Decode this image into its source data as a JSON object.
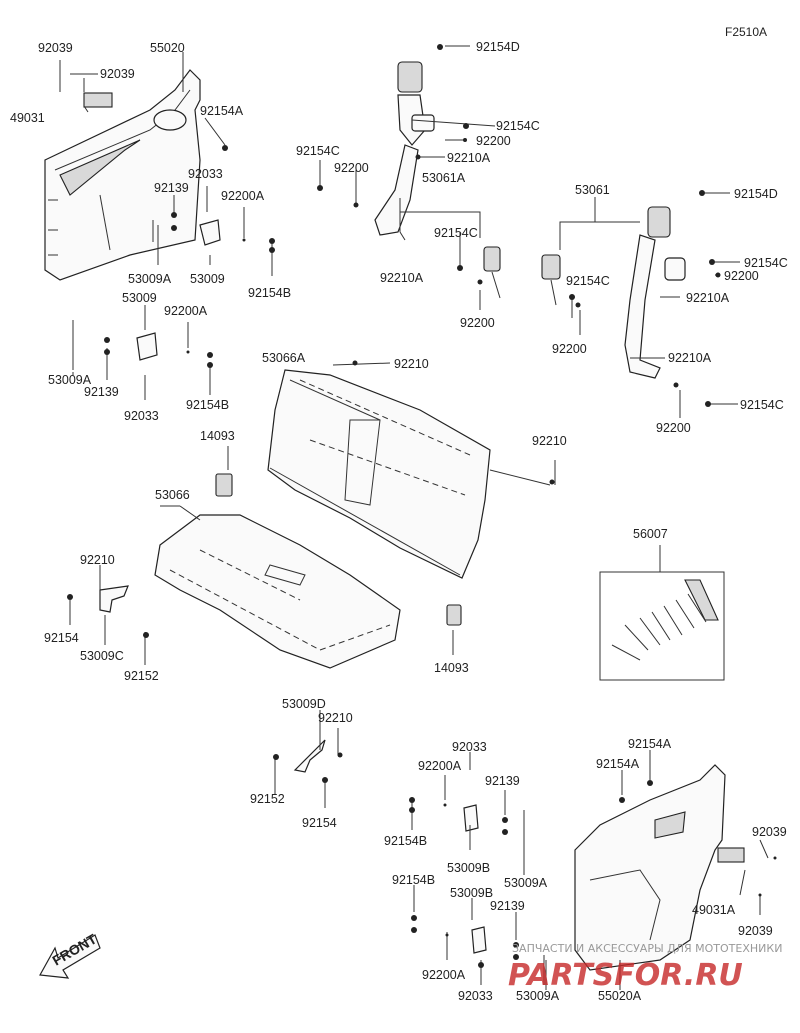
{
  "figure_code": "F2510A",
  "front_label": "FRONT",
  "watermark": {
    "line1": "ЗАПЧАСТИ И АКСЕССУАРЫ ДЛЯ МОТОТЕХНИКИ",
    "line2": "PARTSFOR.RU"
  },
  "callouts": [
    {
      "id": "c01",
      "text": "92039"
    },
    {
      "id": "c02",
      "text": "55020"
    },
    {
      "id": "c03",
      "text": "92039"
    },
    {
      "id": "c04",
      "text": "49031"
    },
    {
      "id": "c05",
      "text": "92154A"
    },
    {
      "id": "c06",
      "text": "92154D"
    },
    {
      "id": "c07",
      "text": "92154C"
    },
    {
      "id": "c08",
      "text": "92200"
    },
    {
      "id": "c09",
      "text": "92210A"
    },
    {
      "id": "c10",
      "text": "92154C"
    },
    {
      "id": "c11",
      "text": "92200"
    },
    {
      "id": "c12",
      "text": "53061A"
    },
    {
      "id": "c13",
      "text": "92033"
    },
    {
      "id": "c14",
      "text": "92139"
    },
    {
      "id": "c15",
      "text": "92200A"
    },
    {
      "id": "c16",
      "text": "53009A"
    },
    {
      "id": "c17",
      "text": "53009"
    },
    {
      "id": "c18",
      "text": "92154B"
    },
    {
      "id": "c19",
      "text": "92154C"
    },
    {
      "id": "c20",
      "text": "92210A"
    },
    {
      "id": "c21",
      "text": "92200"
    },
    {
      "id": "c22",
      "text": "53061"
    },
    {
      "id": "c23",
      "text": "92154D"
    },
    {
      "id": "c24",
      "text": "92154C"
    },
    {
      "id": "c25",
      "text": "92200"
    },
    {
      "id": "c26",
      "text": "92210A"
    },
    {
      "id": "c27",
      "text": "92154C"
    },
    {
      "id": "c28",
      "text": "92200"
    },
    {
      "id": "c29",
      "text": "92210A"
    },
    {
      "id": "c30",
      "text": "92154C"
    },
    {
      "id": "c31",
      "text": "92200"
    },
    {
      "id": "c32",
      "text": "53009"
    },
    {
      "id": "c33",
      "text": "92200A"
    },
    {
      "id": "c34",
      "text": "53009A"
    },
    {
      "id": "c35",
      "text": "92139"
    },
    {
      "id": "c36",
      "text": "92033"
    },
    {
      "id": "c37",
      "text": "92154B"
    },
    {
      "id": "c38",
      "text": "53066A"
    },
    {
      "id": "c39",
      "text": "92210"
    },
    {
      "id": "c40",
      "text": "14093"
    },
    {
      "id": "c41",
      "text": "92210"
    },
    {
      "id": "c42",
      "text": "53066"
    },
    {
      "id": "c43",
      "text": "56007"
    },
    {
      "id": "c44",
      "text": "92210"
    },
    {
      "id": "c45",
      "text": "92154"
    },
    {
      "id": "c46",
      "text": "53009C"
    },
    {
      "id": "c47",
      "text": "92152"
    },
    {
      "id": "c48",
      "text": "14093"
    },
    {
      "id": "c49",
      "text": "53009D"
    },
    {
      "id": "c50",
      "text": "92210"
    },
    {
      "id": "c51",
      "text": "92152"
    },
    {
      "id": "c52",
      "text": "92154"
    },
    {
      "id": "c53",
      "text": "92033"
    },
    {
      "id": "c54",
      "text": "92154A"
    },
    {
      "id": "c55",
      "text": "92154A"
    },
    {
      "id": "c56",
      "text": "92200A"
    },
    {
      "id": "c57",
      "text": "92139"
    },
    {
      "id": "c58",
      "text": "92039"
    },
    {
      "id": "c59",
      "text": "92154B"
    },
    {
      "id": "c60",
      "text": "53009B"
    },
    {
      "id": "c61",
      "text": "53009A"
    },
    {
      "id": "c62",
      "text": "92154B"
    },
    {
      "id": "c63",
      "text": "53009B"
    },
    {
      "id": "c64",
      "text": "49031A"
    },
    {
      "id": "c65",
      "text": "92139"
    },
    {
      "id": "c66",
      "text": "92039"
    },
    {
      "id": "c67",
      "text": "92200A"
    },
    {
      "id": "c68",
      "text": "92033"
    },
    {
      "id": "c69",
      "text": "53009A"
    },
    {
      "id": "c70",
      "text": "55020A"
    }
  ]
}
